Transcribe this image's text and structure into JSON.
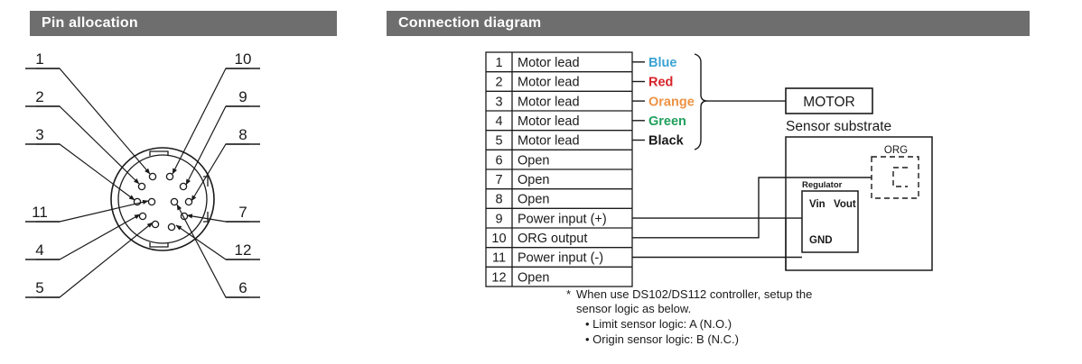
{
  "pin_allocation": {
    "header": "Pin allocation",
    "left_labels": [
      "1",
      "2",
      "3",
      "11",
      "4",
      "5"
    ],
    "right_labels": [
      "10",
      "9",
      "8",
      "7",
      "12",
      "6"
    ],
    "pin_count": 12
  },
  "connection_diagram": {
    "header": "Connection diagram",
    "table": {
      "rows": [
        {
          "pin": "1",
          "signal": "Motor lead"
        },
        {
          "pin": "2",
          "signal": "Motor lead"
        },
        {
          "pin": "3",
          "signal": "Motor lead"
        },
        {
          "pin": "4",
          "signal": "Motor lead"
        },
        {
          "pin": "5",
          "signal": "Motor lead"
        },
        {
          "pin": "6",
          "signal": "Open"
        },
        {
          "pin": "7",
          "signal": "Open"
        },
        {
          "pin": "8",
          "signal": "Open"
        },
        {
          "pin": "9",
          "signal": "Power input (+)"
        },
        {
          "pin": "10",
          "signal": "ORG output"
        },
        {
          "pin": "11",
          "signal": "Power input (-)"
        },
        {
          "pin": "12",
          "signal": "Open"
        }
      ]
    },
    "wire_colors": [
      {
        "label": "Blue",
        "color": "#3ba3d4"
      },
      {
        "label": "Red",
        "color": "#d8232a"
      },
      {
        "label": "Orange",
        "color": "#ed9243"
      },
      {
        "label": "Green",
        "color": "#21a05c"
      },
      {
        "label": "Black",
        "color": "#1a1a1a"
      }
    ],
    "motor_box": "MOTOR",
    "sensor_substrate_label": "Sensor substrate",
    "org_label": "ORG",
    "regulator": {
      "title": "Regulator",
      "vin": "Vin",
      "vout": "Vout",
      "gnd": "GND"
    },
    "note": {
      "marker": "*",
      "line1": "When use DS102/DS112 controller, setup the",
      "line2": "sensor logic as below.",
      "bullets": [
        "• Limit sensor logic: A (N.O.)",
        "• Origin sensor logic: B (N.C.)"
      ]
    }
  }
}
